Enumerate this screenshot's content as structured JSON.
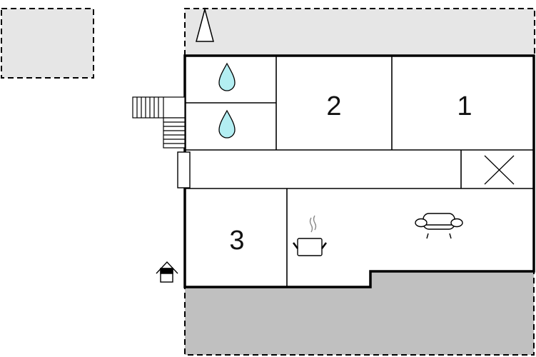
{
  "floorplan": {
    "rooms": [
      {
        "id": "bedroom-1",
        "label": "1"
      },
      {
        "id": "bedroom-2",
        "label": "2"
      },
      {
        "id": "bedroom-3",
        "label": "3"
      }
    ],
    "icons": [
      "north-arrow-icon",
      "water-drop-icon",
      "stairs-icon",
      "door-icon",
      "entrance-icon",
      "cooking-pot-icon",
      "sofa-icon",
      "void-cross-icon"
    ],
    "colors": {
      "terrace": "#e6e6e6",
      "garden": "#c0c0c0",
      "wall": "#000000",
      "water": "#b3eef2"
    }
  }
}
